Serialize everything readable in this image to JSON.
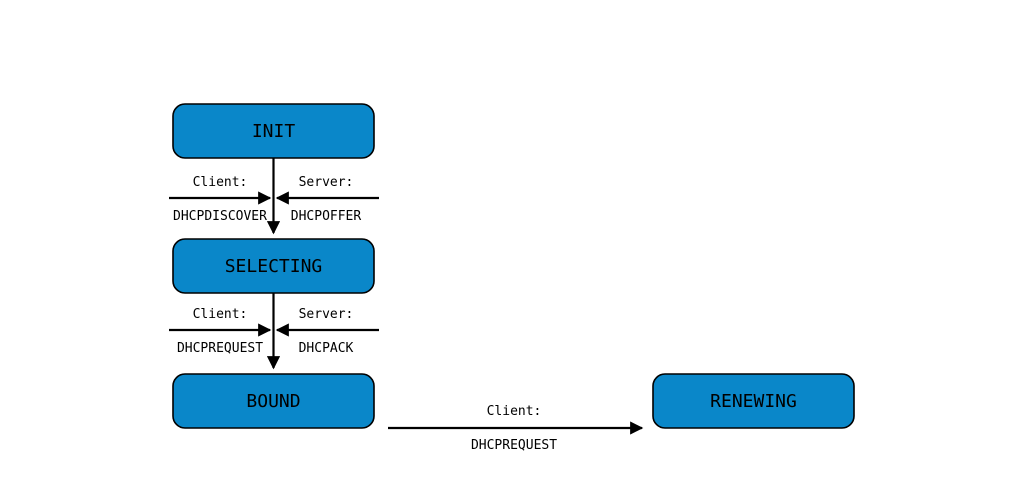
{
  "states": {
    "init": "INIT",
    "selecting": "SELECTING",
    "bound": "BOUND",
    "renewing": "RENEWING"
  },
  "transitions": {
    "init_to_selecting": {
      "client_role": "Client:",
      "client_message": "DHCPDISCOVER",
      "server_role": "Server:",
      "server_message": "DHCPOFFER"
    },
    "selecting_to_bound": {
      "client_role": "Client:",
      "client_message": "DHCPREQUEST",
      "server_role": "Server:",
      "server_message": "DHCPACK"
    },
    "bound_to_renewing": {
      "client_role": "Client:",
      "client_message": "DHCPREQUEST"
    }
  },
  "colors": {
    "state_fill": "#0a87c9",
    "stroke": "#000000",
    "background": "#ffffff"
  }
}
